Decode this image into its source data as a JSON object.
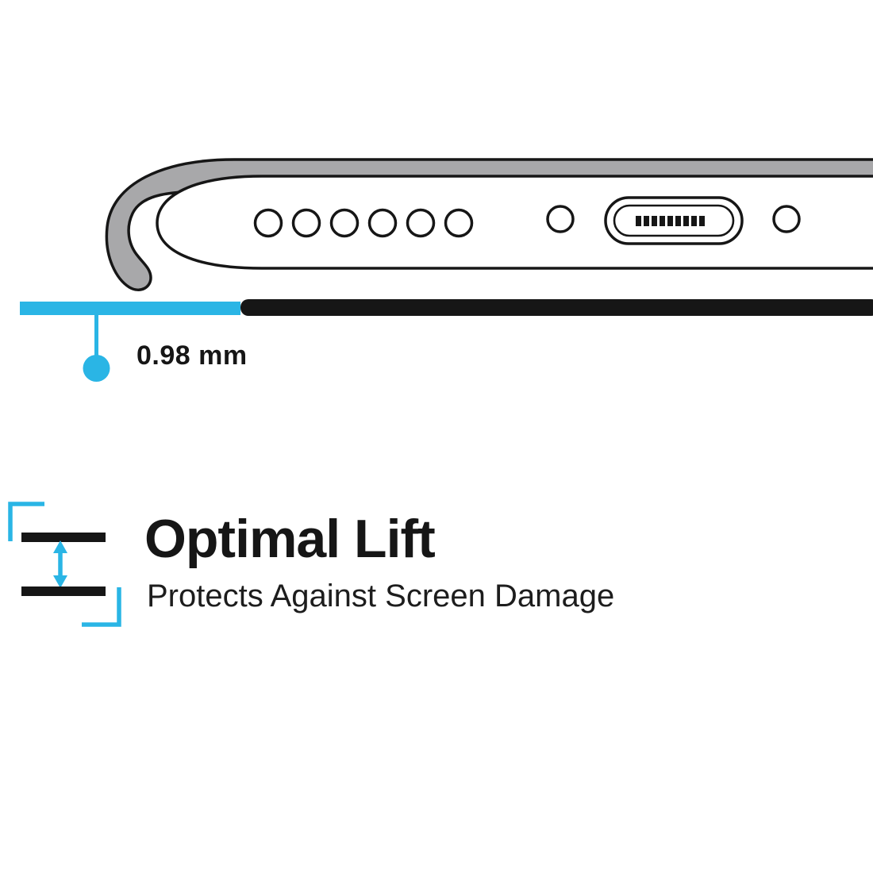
{
  "colors": {
    "accent_cyan": "#2ab5e5",
    "outline_black": "#161616",
    "case_gray": "#a8a8aa",
    "page_bg": "#ffffff"
  },
  "measurement_callout": {
    "value": "0.98 mm"
  },
  "feature": {
    "title": "Optimal Lift",
    "subtitle": "Protects Against Screen Damage"
  },
  "icons": {
    "phone_illustration": "phone-bottom-edge-with-case-lip",
    "lift_icon": "lift-gap-double-arrow"
  }
}
